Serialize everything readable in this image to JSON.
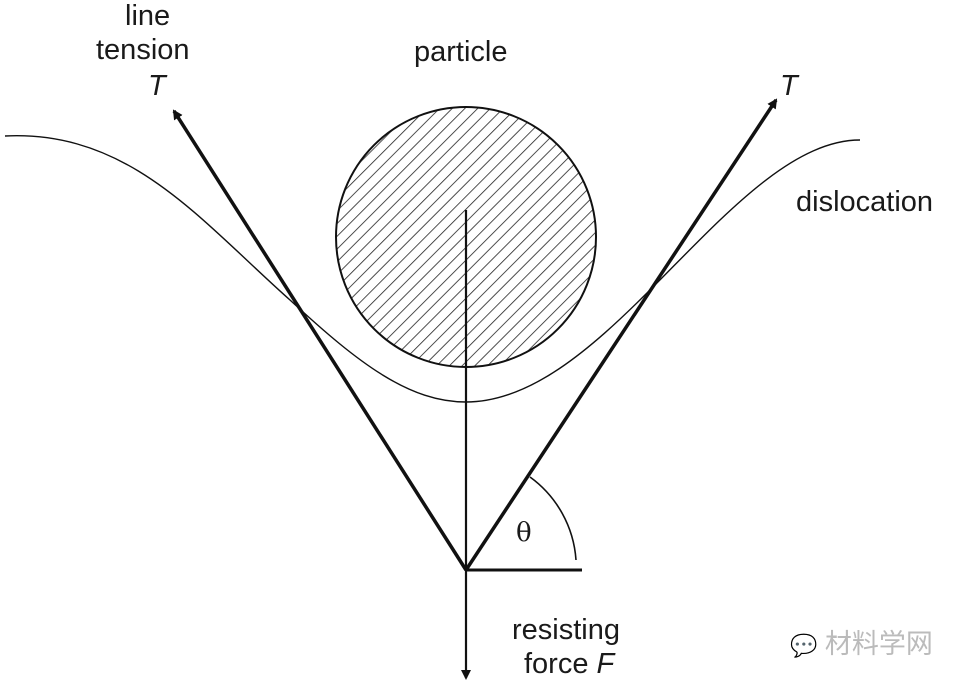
{
  "labels": {
    "line": "line",
    "tension": "tension",
    "t_left": "T",
    "particle": "particle",
    "t_right": "T",
    "dislocation": "dislocation",
    "theta": "θ",
    "resisting": "resisting",
    "force": "force",
    "f": "F"
  },
  "watermark": "材料学网"
}
